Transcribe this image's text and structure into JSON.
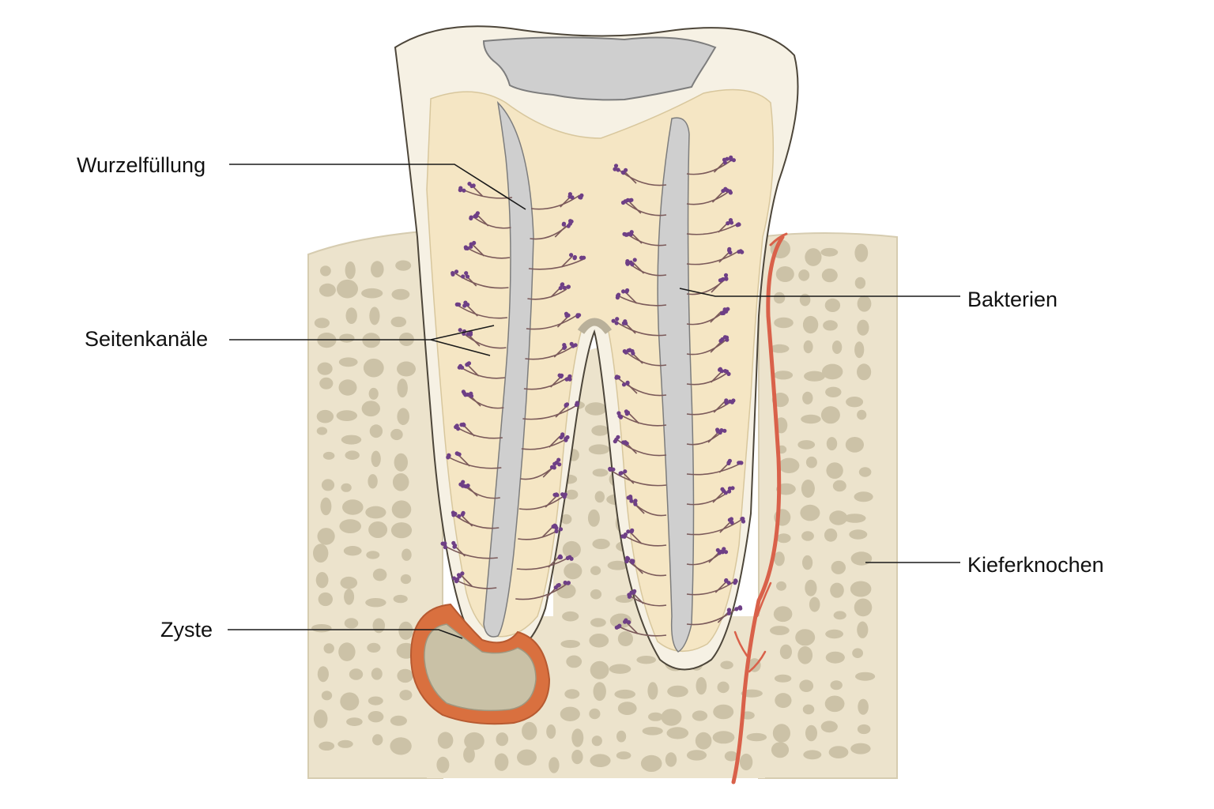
{
  "labels": {
    "root_filling": "Wurzelfüllung",
    "lateral_canals": "Seitenkanäle",
    "cyst": "Zyste",
    "bacteria": "Bakterien",
    "jaw_bone": "Kieferknochen"
  },
  "colors": {
    "bone": "#ece3cc",
    "bone_pore": "#c9bfa3",
    "enamel": "#f6f1e4",
    "dentin": "#f5e6c4",
    "root_filling": "#cfcfcf",
    "bacteria": "#6e3f86",
    "lateral_canal": "#7b5a5a",
    "cyst_wall": "#d9703f",
    "blood_vessel": "#d9614a"
  }
}
